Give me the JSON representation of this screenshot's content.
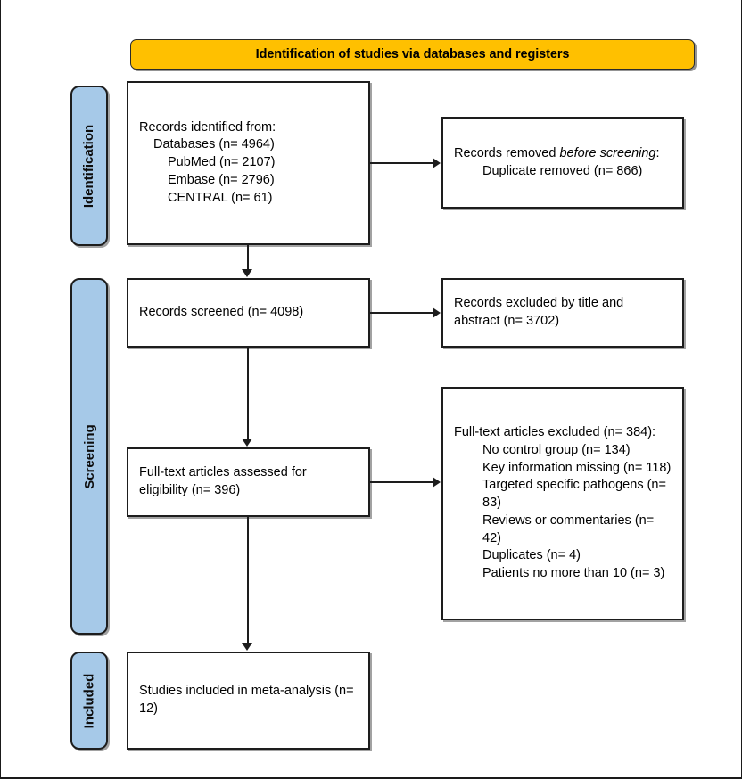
{
  "banner": {
    "title": "Identification of studies via databases and registers",
    "color": "#FFC000"
  },
  "stages": {
    "color": "#A6C9E8",
    "identification": "Identification",
    "screening": "Screening",
    "included": "Included"
  },
  "boxes": {
    "identified": {
      "heading": "Records identified from:",
      "lines": [
        "Databases (n= 4964)",
        "PubMed (n= 2107)",
        "Embase (n= 2796)",
        "CENTRAL (n= 61)"
      ]
    },
    "removed": {
      "heading_part1": "Records removed ",
      "heading_italic": "before screening",
      "heading_part2": ":",
      "lines": [
        "Duplicate removed (n= 866)"
      ]
    },
    "screened": {
      "text": "Records screened (n= 4098)"
    },
    "excluded_title_abstract": {
      "text": "Records excluded by title and abstract (n= 3702)"
    },
    "fulltext_assessed": {
      "text": "Full-text articles assessed for eligibility (n= 396)"
    },
    "fulltext_excluded": {
      "heading": "Full-text articles excluded (n= 384):",
      "reasons": [
        "No control group (n= 134)",
        "Key information missing (n= 118)",
        "Targeted specific pathogens (n= 83)",
        "Reviews or commentaries (n= 42)",
        "Duplicates (n= 4)",
        "Patients no more than 10 (n= 3)"
      ]
    },
    "included": {
      "text": "Studies included in meta-analysis (n= 12)"
    }
  }
}
